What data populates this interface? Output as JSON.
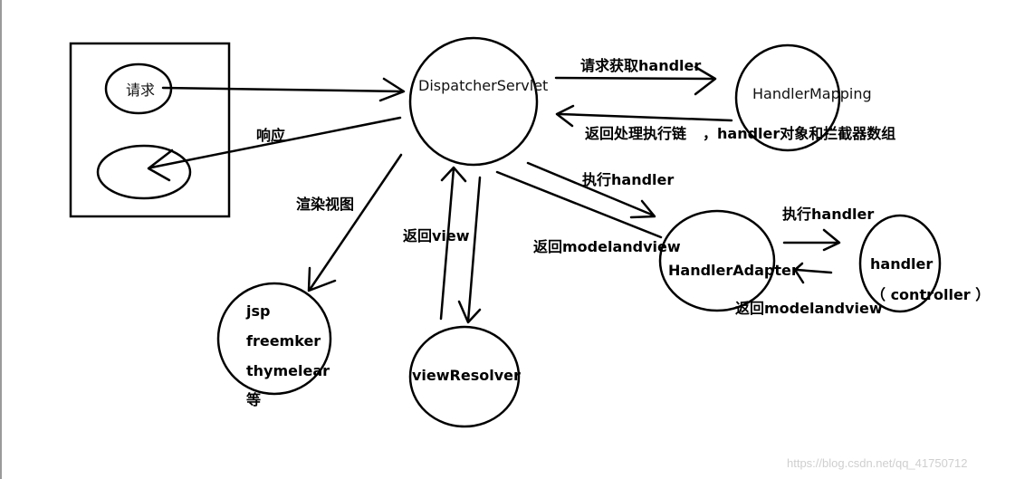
{
  "nodes": {
    "request": "请求",
    "dispatcher": "DispatcherServlet",
    "handler_mapping": "HandlerMapping",
    "handler_adapter": "HandlerAdapter",
    "handler": "handler",
    "controller": "（ controller ）",
    "view_resolver": "viewResolver",
    "view_tech": [
      "jsp",
      "freemker",
      "thymelear",
      "等"
    ]
  },
  "edges": {
    "response": "响应",
    "get_handler": "请求获取handler",
    "return_chain": "返回处理执行链",
    "chain_content": "，handler对象和拦截器数组",
    "execute_handler_1": "执行handler",
    "execute_handler_2": "执行handler",
    "return_mav_1": "返回modelandview",
    "return_mav_2": "返回modelandview",
    "return_view": "返回view",
    "render_view": "渲染视图"
  },
  "watermark": "https://blog.csdn.net/qq_41750712"
}
